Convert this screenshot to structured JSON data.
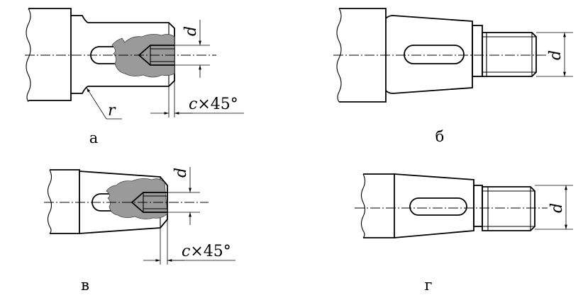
{
  "figures": {
    "a": {
      "caption": "а",
      "dim_d": "d",
      "dim_r": "r",
      "chamfer_var": "c",
      "chamfer_angle": "×45°"
    },
    "b": {
      "caption": "б",
      "dim_d": "d"
    },
    "v": {
      "caption": "в",
      "dim_d": "d",
      "chamfer_var": "c",
      "chamfer_angle": "×45°"
    },
    "g": {
      "caption": "г",
      "dim_d": "d"
    }
  }
}
